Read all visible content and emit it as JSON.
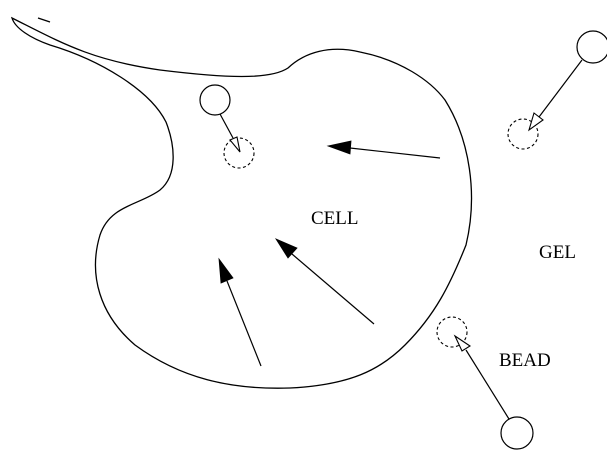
{
  "labels": {
    "cell": "CELL",
    "gel": "GEL",
    "bead": "BEAD"
  }
}
